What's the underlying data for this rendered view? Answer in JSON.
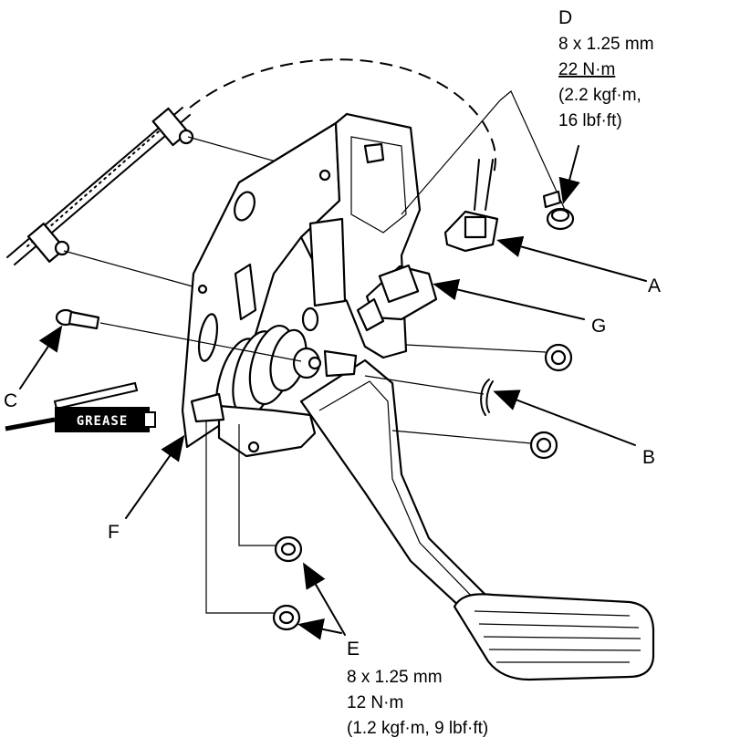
{
  "callouts": {
    "A": "A",
    "B": "B",
    "C": "C",
    "D": "D",
    "E": "E",
    "F": "F",
    "G": "G"
  },
  "specs": {
    "D": [
      "8 x 1.25 mm",
      "22 N·m",
      "(2.2 kgf·m,",
      "16 lbf·ft)"
    ],
    "E": [
      "8 x 1.25 mm",
      "12 N·m",
      "(1.2 kgf·m, 9 lbf·ft)"
    ]
  },
  "grease_label": "GREASE"
}
